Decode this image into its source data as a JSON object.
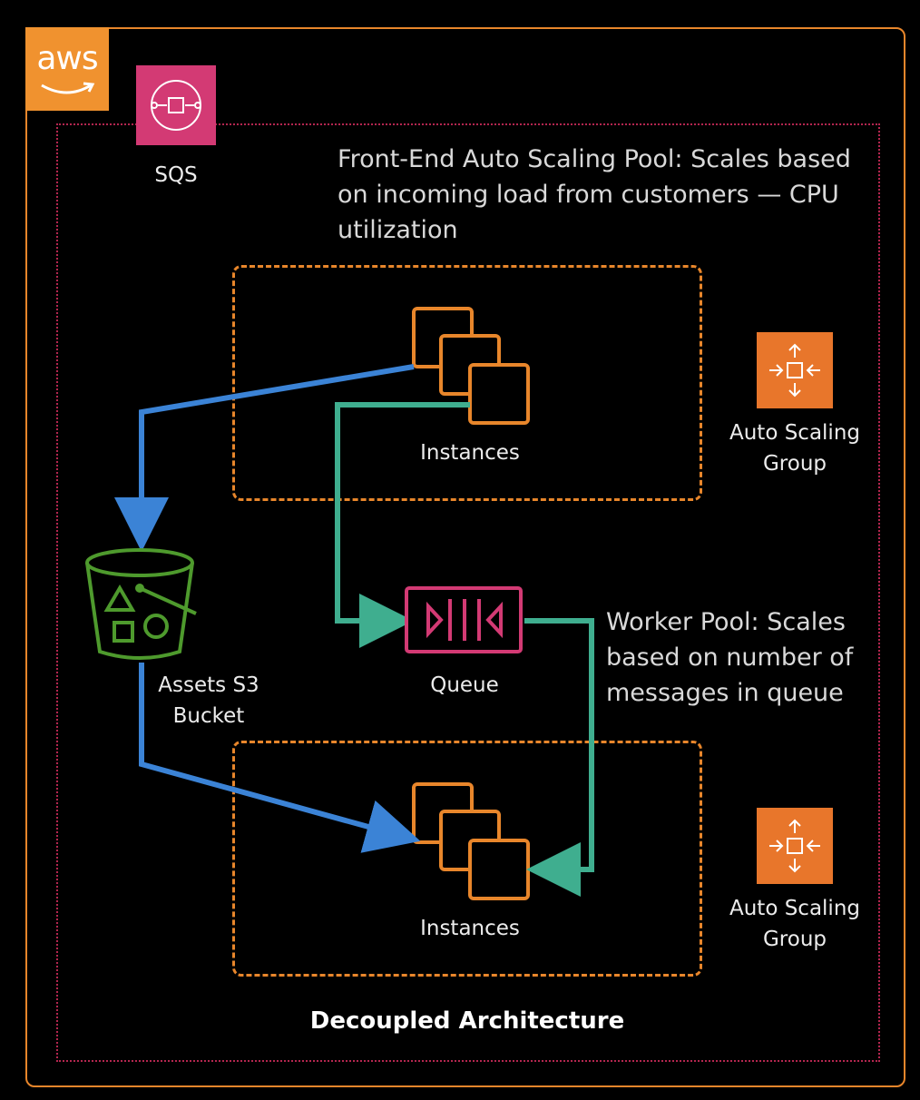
{
  "provider": {
    "logo_text": "aws"
  },
  "sqs": {
    "label": "SQS"
  },
  "front_end_note": "Front-End Auto Scaling Pool: Scales based on incoming load from customers — CPU utilization",
  "front_end_note_lines": [
    "Front-End Auto Scaling Pool: Scales based",
    "on incoming load from customers — CPU",
    "utilization"
  ],
  "worker_note_lines": [
    "Worker Pool: Scales",
    "based on number of",
    "messages in queue"
  ],
  "front_instances": {
    "label": "Instances"
  },
  "worker_instances": {
    "label": "Instances"
  },
  "queue": {
    "label": "Queue"
  },
  "bucket": {
    "label_lines": [
      "Assets S3",
      "Bucket"
    ]
  },
  "asg_top": {
    "label_lines": [
      "Auto Scaling",
      "Group"
    ]
  },
  "asg_bottom": {
    "label_lines": [
      "Auto Scaling",
      "Group"
    ]
  },
  "footer_title": "Decoupled Architecture",
  "colors": {
    "aws_orange": "#f0922f",
    "pool_border": "#e8862b",
    "sqs_pink": "#d33a74",
    "inner_border": "#b3264f",
    "blue_arrow": "#3b83d6",
    "green_arrow": "#3fae8f",
    "bucket_green": "#4e9a2d"
  },
  "icons": [
    "aws-logo",
    "sqs-icon",
    "instances-icon",
    "queue-icon",
    "s3-bucket-icon",
    "auto-scaling-icon"
  ]
}
